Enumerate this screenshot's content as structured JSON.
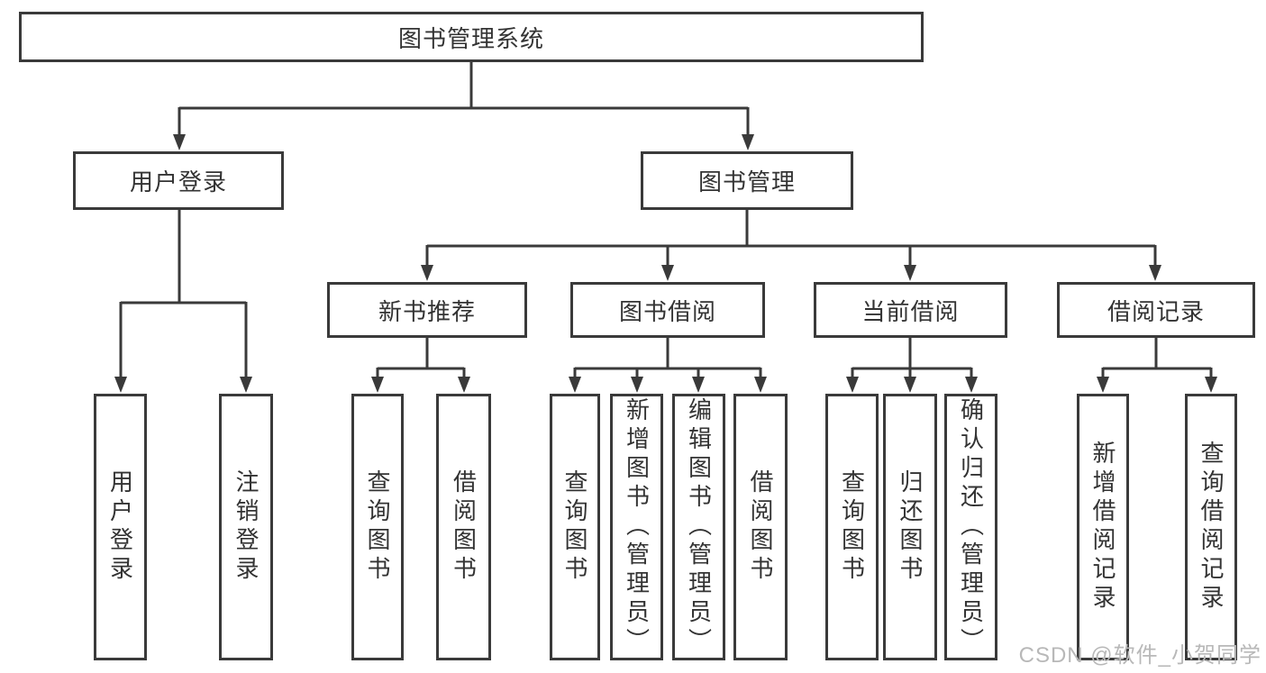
{
  "colors": {
    "line": "#3a3a3a",
    "text": "#333333",
    "box_background": "#ffffff",
    "watermark": "#b8b8b8"
  },
  "watermark": "CSDN @软件_小贺同学",
  "tree": {
    "root": {
      "label": "图书管理系统",
      "children": [
        {
          "label": "用户登录",
          "children": [
            {
              "label": "用户登录"
            },
            {
              "label": "注销登录"
            }
          ]
        },
        {
          "label": "图书管理",
          "children": [
            {
              "label": "新书推荐",
              "children": [
                {
                  "label": "查询图书"
                },
                {
                  "label": "借阅图书"
                }
              ]
            },
            {
              "label": "图书借阅",
              "children": [
                {
                  "label": "查询图书"
                },
                {
                  "label": "新增图书（管理员）"
                },
                {
                  "label": "编辑图书（管理员）"
                },
                {
                  "label": "借阅图书"
                }
              ]
            },
            {
              "label": "当前借阅",
              "children": [
                {
                  "label": "查询图书"
                },
                {
                  "label": "归还图书"
                },
                {
                  "label": "确认归还（管理员）"
                }
              ]
            },
            {
              "label": "借阅记录",
              "children": [
                {
                  "label": "新增借阅记录"
                },
                {
                  "label": "查询借阅记录"
                }
              ]
            }
          ]
        }
      ]
    }
  }
}
